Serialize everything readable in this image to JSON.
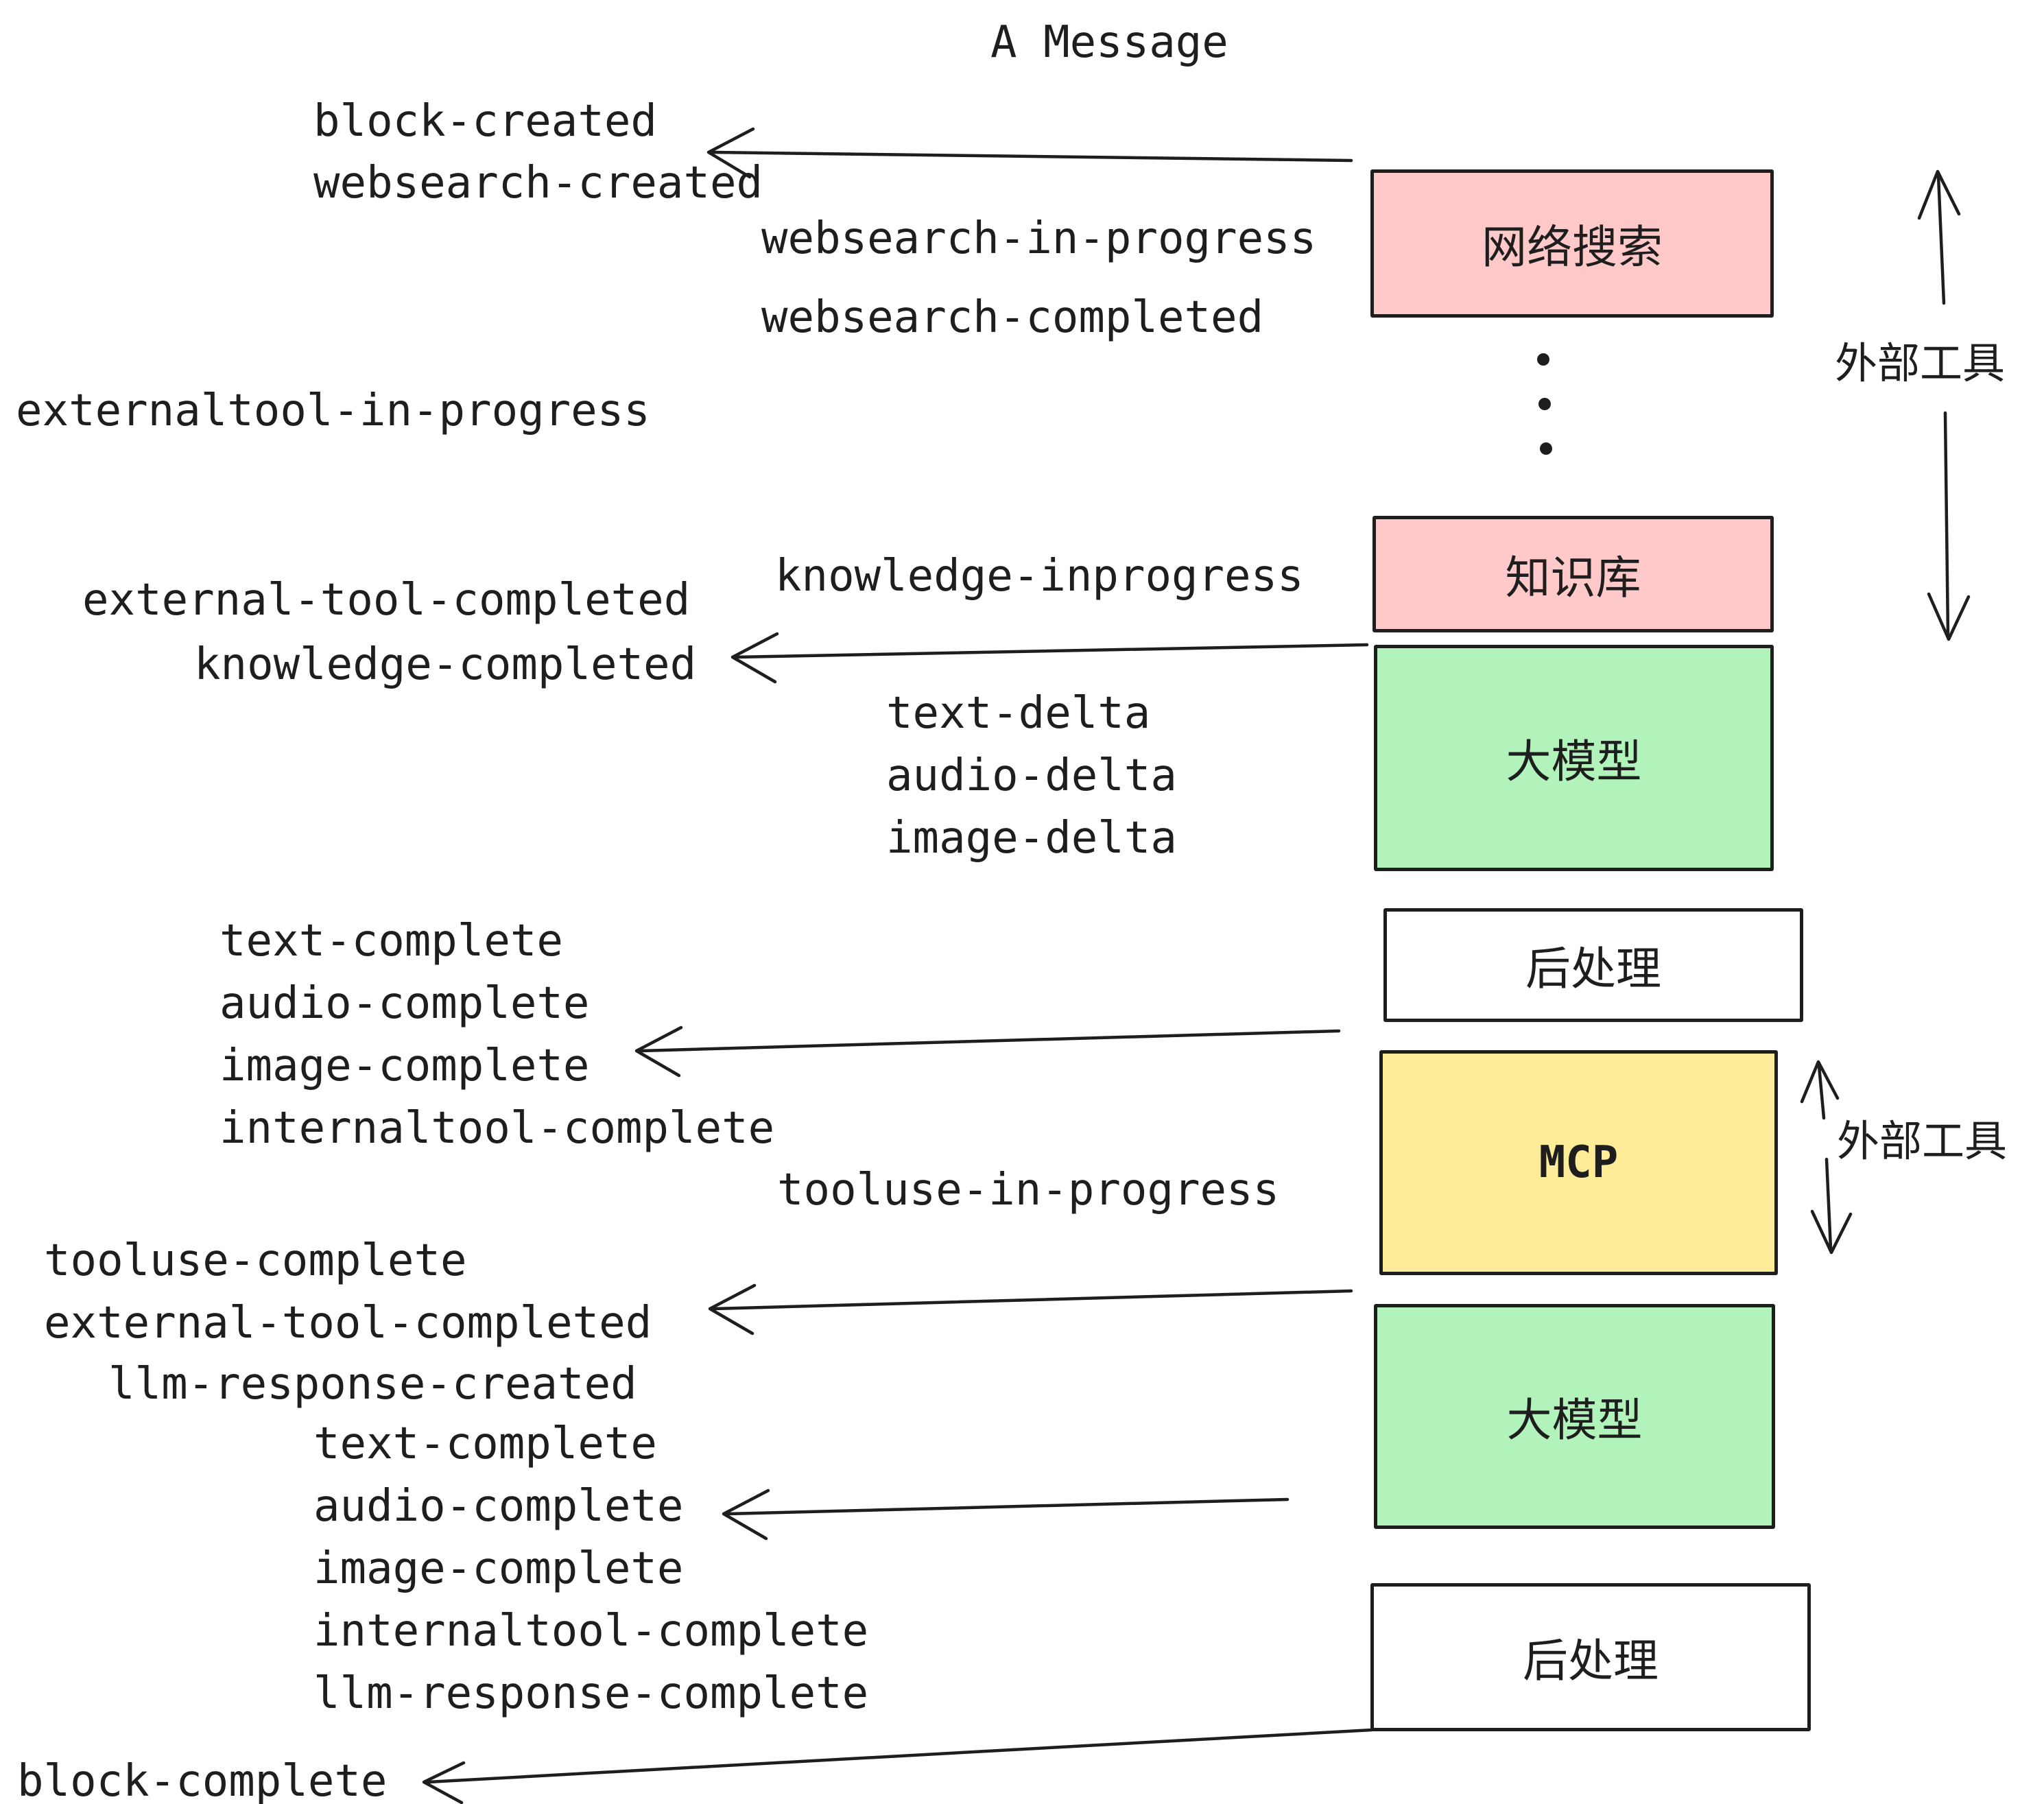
{
  "title": "A Message",
  "events": [
    "block-created",
    "websearch-created",
    "websearch-in-progress",
    "websearch-completed",
    "externaltool-in-progress",
    "knowledge-inprogress",
    "external-tool-completed",
    "knowledge-completed",
    "text-delta",
    "audio-delta",
    "image-delta",
    "text-complete",
    "audio-complete",
    "image-complete",
    "internaltool-complete",
    "tooluse-in-progress",
    "tooluse-complete",
    "external-tool-completed",
    "llm-response-created",
    "text-complete",
    "audio-complete",
    "image-complete",
    "internaltool-complete",
    "llm-response-complete",
    "block-complete"
  ],
  "boxes": [
    {
      "label": "网络搜索"
    },
    {
      "label": "知识库"
    },
    {
      "label": "大模型"
    },
    {
      "label": "后处理"
    },
    {
      "label": "MCP"
    },
    {
      "label": "大模型"
    },
    {
      "label": "后处理"
    }
  ],
  "annotations": {
    "external_tools_top": "外部工具",
    "external_tools_mcp": "外部工具"
  },
  "colors": {
    "pink": "#ffc9c9",
    "green": "#b2f2bb",
    "yellow": "#ffec99",
    "white": "#ffffff",
    "ink": "#1e1e1e"
  }
}
